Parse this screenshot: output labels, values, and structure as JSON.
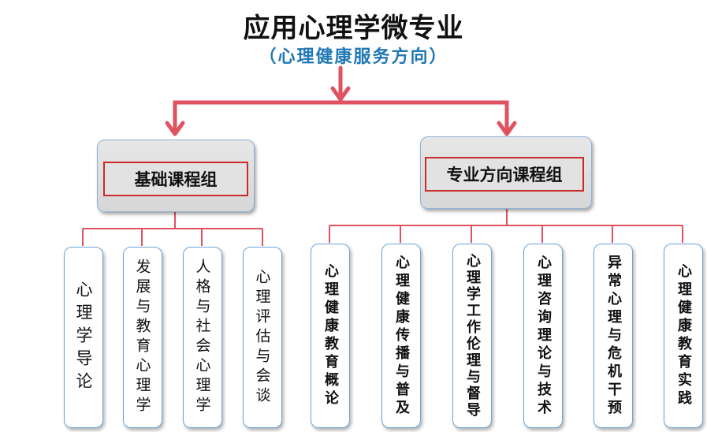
{
  "title": "应用心理学微专业",
  "subtitle": "（心理健康服务方向）",
  "colors": {
    "connector": "#e05260",
    "label_border": "#c92a2a",
    "subtitle": "#1f78b4",
    "box_border": "#6ba6da"
  },
  "groups": [
    {
      "label": "基础课程组",
      "courses": [
        "心理学导论",
        "发展与教育心理学",
        "人格与社会心理学",
        "心理评估与会谈"
      ]
    },
    {
      "label": "专业方向课程组",
      "courses": [
        "心理健康教育概论",
        "心理健康传播与普及",
        "心理学工作伦理与督导",
        "心理咨询理论与技术",
        "异常心理与危机干预",
        "心理健康教育实践"
      ]
    }
  ]
}
